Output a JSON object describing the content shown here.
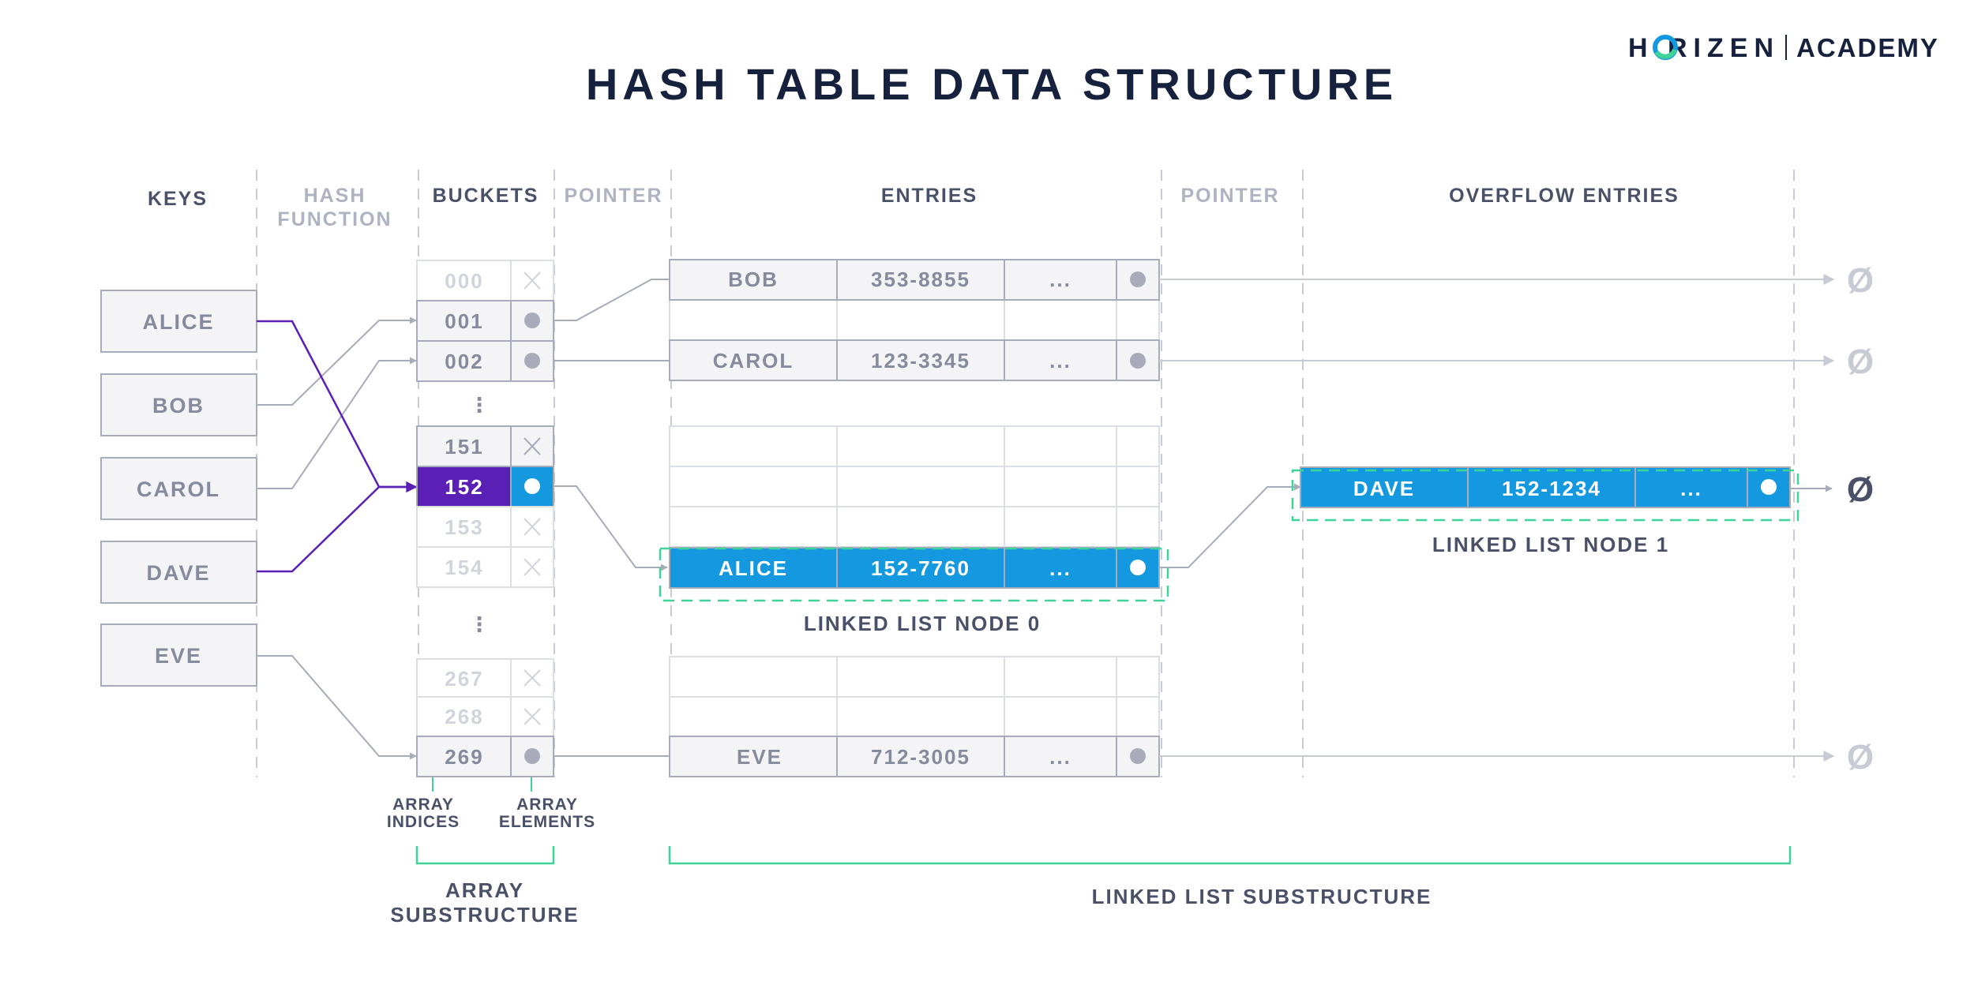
{
  "title": "HASH TABLE DATA STRUCTURE",
  "logo": {
    "main": "H  RIZEN",
    "academy": "ACADEMY",
    "icon": "horizen-ring-icon"
  },
  "columns": {
    "keys": "KEYS",
    "hash_function": [
      "HASH",
      "FUNCTION"
    ],
    "buckets": "BUCKETS",
    "pointer1": "POINTER",
    "entries": "ENTRIES",
    "pointer2": "POINTER",
    "overflow": "OVERFLOW ENTRIES"
  },
  "keys": [
    "ALICE",
    "BOB",
    "CAROL",
    "DAVE",
    "EVE"
  ],
  "buckets": [
    {
      "index": "000",
      "state": "empty"
    },
    {
      "index": "001",
      "state": "used"
    },
    {
      "index": "002",
      "state": "used"
    },
    {
      "index": "151",
      "state": "empty"
    },
    {
      "index": "152",
      "state": "highlight"
    },
    {
      "index": "153",
      "state": "empty"
    },
    {
      "index": "154",
      "state": "empty"
    },
    {
      "index": "267",
      "state": "empty"
    },
    {
      "index": "268",
      "state": "empty"
    },
    {
      "index": "269",
      "state": "used"
    }
  ],
  "ellipsis_vertical": "⋮",
  "entries": [
    {
      "name": "BOB",
      "phone": "353-8855",
      "more": "..."
    },
    {
      "name": "CAROL",
      "phone": "123-3345",
      "more": "..."
    },
    {
      "name": "ALICE",
      "phone": "152-7760",
      "more": "..."
    },
    {
      "name": "EVE",
      "phone": "712-3005",
      "more": "..."
    }
  ],
  "overflow_entry": {
    "name": "DAVE",
    "phone": "152-1234",
    "more": "..."
  },
  "node_labels": {
    "node0": "LINKED LIST NODE 0",
    "node1": "LINKED LIST NODE 1"
  },
  "bottom_labels": {
    "array_indices": [
      "ARRAY",
      "INDICES"
    ],
    "array_elements": [
      "ARRAY",
      "ELEMENTS"
    ],
    "array_substructure": [
      "ARRAY",
      "SUBSTRUCTURE"
    ],
    "linked_list_substructure": "LINKED LIST SUBSTRUCTURE"
  },
  "null_symbol": "Ø",
  "colors": {
    "highlight_purple": "#5a1fb5",
    "highlight_blue": "#1499e0",
    "bracket_green": "#3fd39a",
    "line_gray": "#a8abba",
    "navy": "#16213e"
  }
}
